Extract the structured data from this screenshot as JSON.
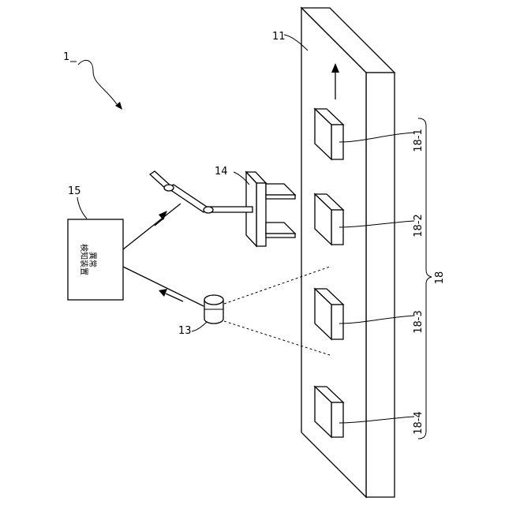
{
  "labels": {
    "system": "1",
    "conveyor": "11",
    "camera": "13",
    "robot": "14",
    "detector": "15",
    "object_group": "18",
    "object1": "18-1",
    "object2": "18-2",
    "object3": "18-3",
    "object4": "18-4"
  },
  "detector_text": {
    "line1": "異常",
    "line2": "検知装置"
  }
}
